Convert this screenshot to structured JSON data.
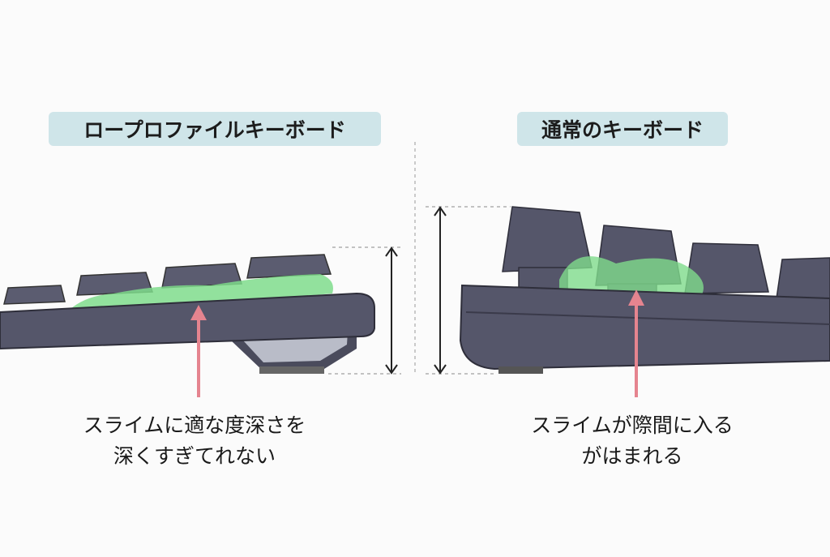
{
  "left": {
    "title": "ロープロファイルキーボード",
    "caption_line1": "スライムに適な度深さを",
    "caption_line2": "深くすぎてれない"
  },
  "right": {
    "title": "通常のキーボード",
    "caption_line1": "スライムが際間に入る",
    "caption_line2": "がはまれる"
  },
  "colors": {
    "label_bg": "#cfe5e9",
    "slime": "#7fdc8c",
    "arrow": "#e5848f",
    "keyboard": "#55566a"
  }
}
